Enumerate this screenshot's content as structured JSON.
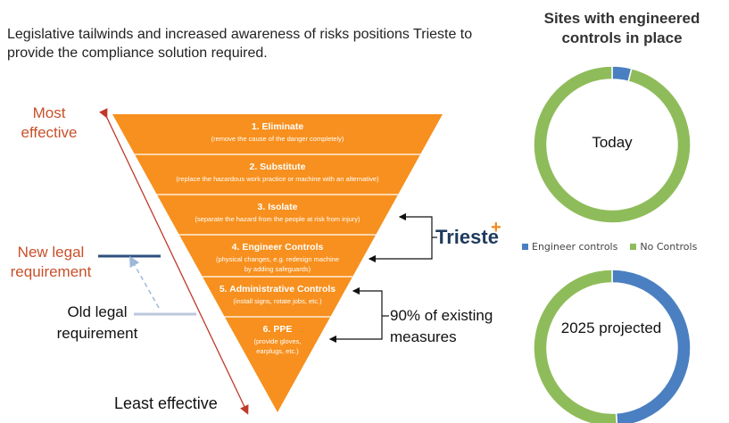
{
  "headline": "Legislative tailwinds and increased awareness of risks positions Trieste to provide the compliance solution required.",
  "pyramid": {
    "most_label": "Most effective",
    "least_label": "Least effective",
    "levels": [
      {
        "title": "1. Eliminate",
        "lines": [
          "(remove the cause of the danger completely)"
        ]
      },
      {
        "title": "2. Substitute",
        "lines": [
          "(replace the hazardous work practice or machine with an alternative)"
        ]
      },
      {
        "title": "3. Isolate",
        "lines": [
          "(separate the hazard from the people at risk from injury)"
        ]
      },
      {
        "title": "4. Engineer Controls",
        "lines": [
          "(physical changes, e.g. redesign machine",
          "by adding safeguards)"
        ]
      },
      {
        "title": "5. Administrative Controls",
        "lines": [
          "(install signs, rotate jobs, etc.)"
        ]
      },
      {
        "title": "6. PPE",
        "lines": [
          "(provide gloves,",
          "earplugs, etc.)"
        ]
      }
    ],
    "colors": {
      "fill": "#f7901e",
      "line": "#ffffff",
      "arrow": "#c0392b"
    }
  },
  "annotations": {
    "new_requirement": "New legal requirement",
    "old_requirement": "Old legal requirement",
    "existing_measures": "90% of existing measures",
    "brand": "Trieste",
    "brand_plus": "+"
  },
  "chart_data": {
    "type": "pie",
    "title": "Sites with engineered controls in place",
    "legend": [
      "Engineer controls",
      "No Controls"
    ],
    "legend_position": "between charts",
    "colors": [
      "#4a7fc1",
      "#8fbc5a"
    ],
    "charts": [
      {
        "label": "Today",
        "values": [
          4,
          96
        ]
      },
      {
        "label": "2025 projected",
        "values": [
          49,
          51
        ]
      }
    ]
  }
}
